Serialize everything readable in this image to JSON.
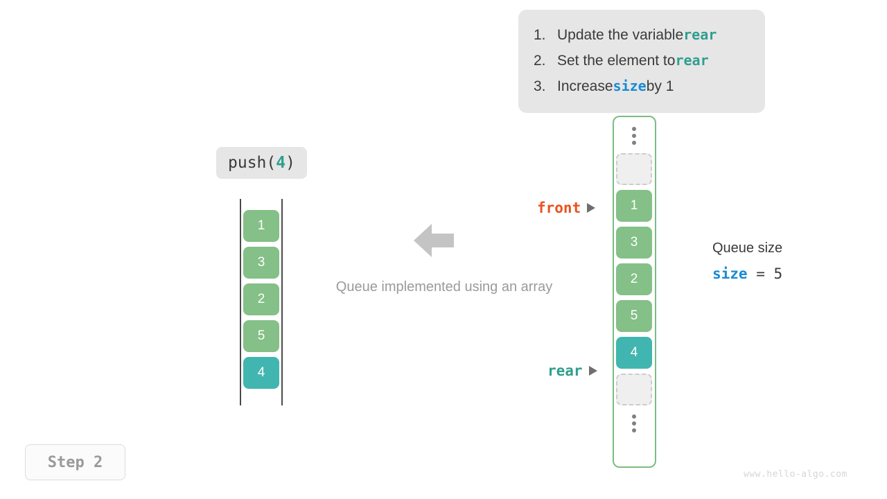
{
  "instructions": {
    "items": [
      {
        "num": "1.",
        "pre": "Update the variable ",
        "code": "rear",
        "code_style": "teal",
        "post": ""
      },
      {
        "num": "2.",
        "pre": "Set the element to ",
        "code": "rear",
        "code_style": "teal",
        "post": ""
      },
      {
        "num": "3.",
        "pre": "Increase ",
        "code": "size",
        "code_style": "blue",
        "post": " by 1"
      }
    ]
  },
  "operation": {
    "name": "push(",
    "arg": "4",
    "close": ")"
  },
  "left_queue": {
    "cells": [
      {
        "value": "1",
        "style": "green"
      },
      {
        "value": "3",
        "style": "green"
      },
      {
        "value": "2",
        "style": "green"
      },
      {
        "value": "5",
        "style": "green"
      },
      {
        "value": "4",
        "style": "teal"
      }
    ]
  },
  "center": {
    "arrow_icon": "arrow-left-icon",
    "caption": "Queue implemented using an array"
  },
  "array": {
    "top_dots": "vertical-ellipsis-icon",
    "bottom_dots": "vertical-ellipsis-icon",
    "cells": [
      {
        "value": "",
        "style": "empty"
      },
      {
        "value": "1",
        "style": "green"
      },
      {
        "value": "3",
        "style": "green"
      },
      {
        "value": "2",
        "style": "green"
      },
      {
        "value": "5",
        "style": "green"
      },
      {
        "value": "4",
        "style": "teal"
      },
      {
        "value": "",
        "style": "empty"
      }
    ]
  },
  "pointers": {
    "front": {
      "label": "front",
      "color": "#e8541e"
    },
    "rear": {
      "label": "rear",
      "color": "#2f9e8f"
    }
  },
  "size_info": {
    "title": "Queue size",
    "var": "size",
    "expr": " = 5"
  },
  "step_badge": {
    "label": "Step 2"
  },
  "watermark": {
    "text": "www.hello-algo.com"
  },
  "colors": {
    "green": "#84c087",
    "teal": "#41b6b0",
    "accent_orange": "#e8541e",
    "accent_blue": "#1a8ad4",
    "container_border": "#7cbb82",
    "callout_bg": "#e6e6e6"
  }
}
